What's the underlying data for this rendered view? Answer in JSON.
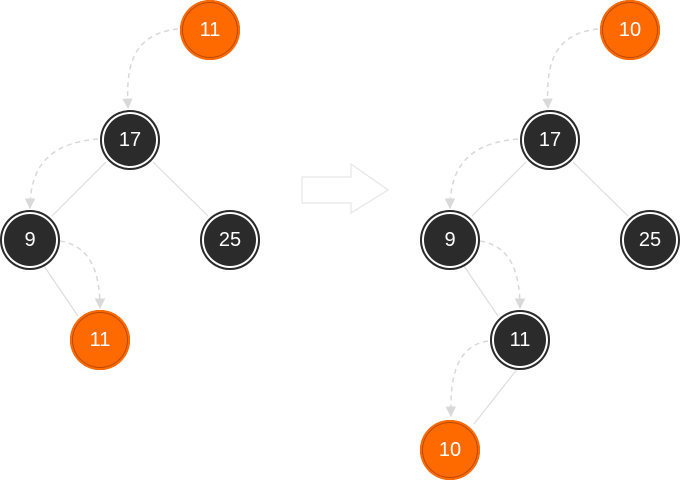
{
  "colors": {
    "black_node": "#2b2b2b",
    "red_node": "#ff6a00",
    "edge": "#dedede",
    "path_arrow": "#d9d9d9",
    "transition_arrow": "#e6e6e6"
  },
  "before": {
    "inserting_node": {
      "label": "11",
      "color": "red"
    },
    "nodes": {
      "root": {
        "label": "17",
        "color": "black"
      },
      "left": {
        "label": "9",
        "color": "black"
      },
      "right": {
        "label": "25",
        "color": "black"
      },
      "left_right": {
        "label": "11",
        "color": "red"
      }
    }
  },
  "after": {
    "inserting_node": {
      "label": "10",
      "color": "red"
    },
    "nodes": {
      "root": {
        "label": "17",
        "color": "black"
      },
      "left": {
        "label": "9",
        "color": "black"
      },
      "right": {
        "label": "25",
        "color": "black"
      },
      "left_right": {
        "label": "11",
        "color": "black"
      },
      "left_right_left": {
        "label": "10",
        "color": "red"
      }
    }
  }
}
